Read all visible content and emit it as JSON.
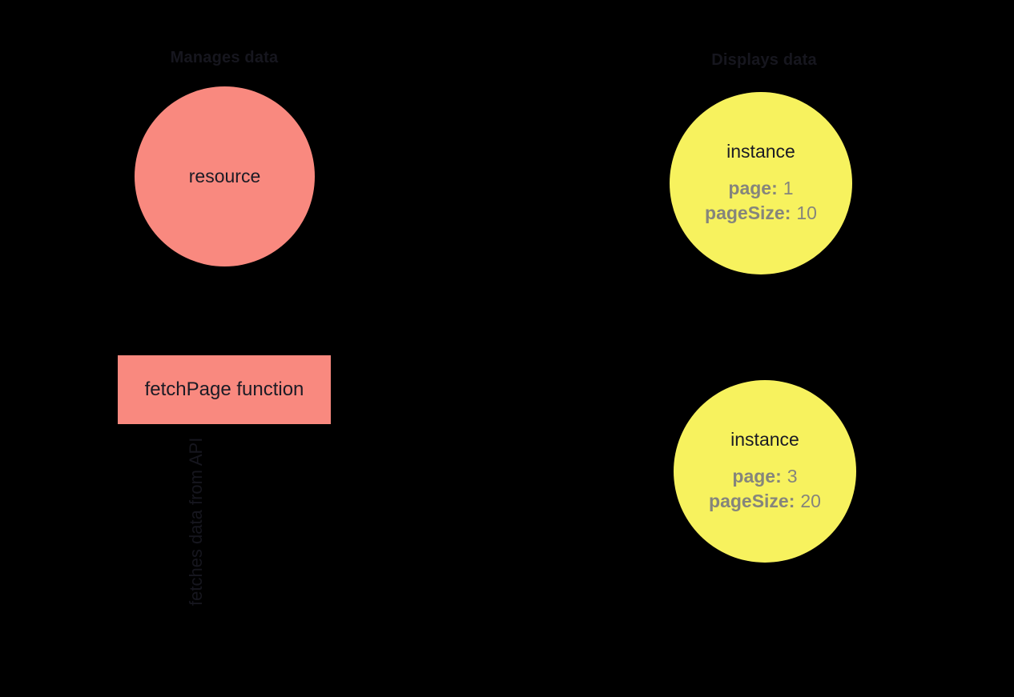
{
  "diagram": {
    "background": "#000000",
    "colors": {
      "manager_fill": "#F9897F",
      "instance_fill": "#F7F25E",
      "node_text": "#1B1B25",
      "heading_text": "#16161E",
      "prop_text": "#85857C",
      "connector": "#000000"
    },
    "left_column": {
      "heading": "Manages data",
      "resource_node": {
        "label": "resource"
      },
      "fetch_node": {
        "label": "fetchPage function"
      },
      "edge_label": "fetches data from API"
    },
    "right_column": {
      "heading": "Displays data",
      "instances": [
        {
          "label": "instance",
          "props": [
            {
              "key": "page:",
              "value": "1"
            },
            {
              "key": "pageSize:",
              "value": "10"
            }
          ]
        },
        {
          "label": "instance",
          "props": [
            {
              "key": "page:",
              "value": "3"
            },
            {
              "key": "pageSize:",
              "value": "20"
            }
          ]
        }
      ]
    }
  }
}
